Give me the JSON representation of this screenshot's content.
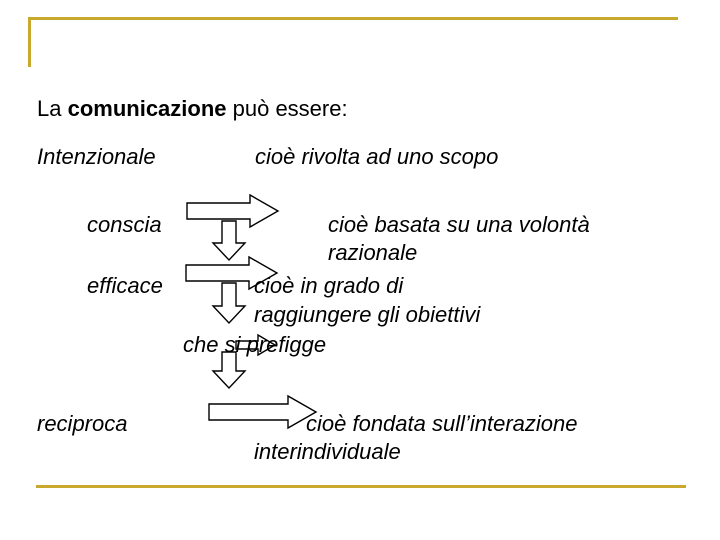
{
  "heading": {
    "prefix": "La ",
    "bold": "comunicazione",
    "suffix": " può essere:"
  },
  "rows": [
    {
      "term": "Intenzionale",
      "desc": "cioè rivolta ad uno scopo"
    },
    {
      "term": "conscia",
      "desc_line1": "cioè basata su una volontà",
      "desc_line2": "razionale"
    },
    {
      "term": "efficace",
      "desc_line1": "cioè in grado di",
      "desc_line2": "raggiungere gli obiettivi",
      "desc_line3": "che si prefigge"
    },
    {
      "term": "reciproca",
      "desc_line1": "cioè fondata sull’interazione",
      "desc_line2": "interindividuale"
    }
  ],
  "colors": {
    "accent": "#c8a92e",
    "text": "#000000"
  }
}
